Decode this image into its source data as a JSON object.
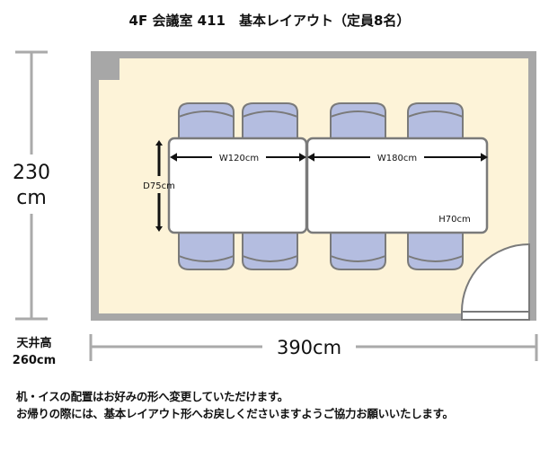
{
  "title": "4F 会議室 411　基本レイアウト（定員8名）",
  "room": {
    "height_value": "230",
    "height_unit": "cm",
    "ceiling_label": "天井高",
    "ceiling_value": "260cm",
    "width_label": "390cm",
    "capacity_chairs": 8
  },
  "tables": [
    {
      "width_label": "W120cm",
      "depth_label": "D75cm"
    },
    {
      "width_label": "W180cm",
      "height_label": "H70cm"
    }
  ],
  "notes": [
    "机・イスの配置はお好みの形へ変更していただけます。",
    "お帰りの際には、基本レイアウト形へお戻しくださいますようご協力お願いいたします。"
  ],
  "colors": {
    "wall": "#a7a7a7",
    "floor": "#fdf3d8",
    "chair": "#b4bde0",
    "outline": "#7a7a7a",
    "table": "#ffffff"
  }
}
